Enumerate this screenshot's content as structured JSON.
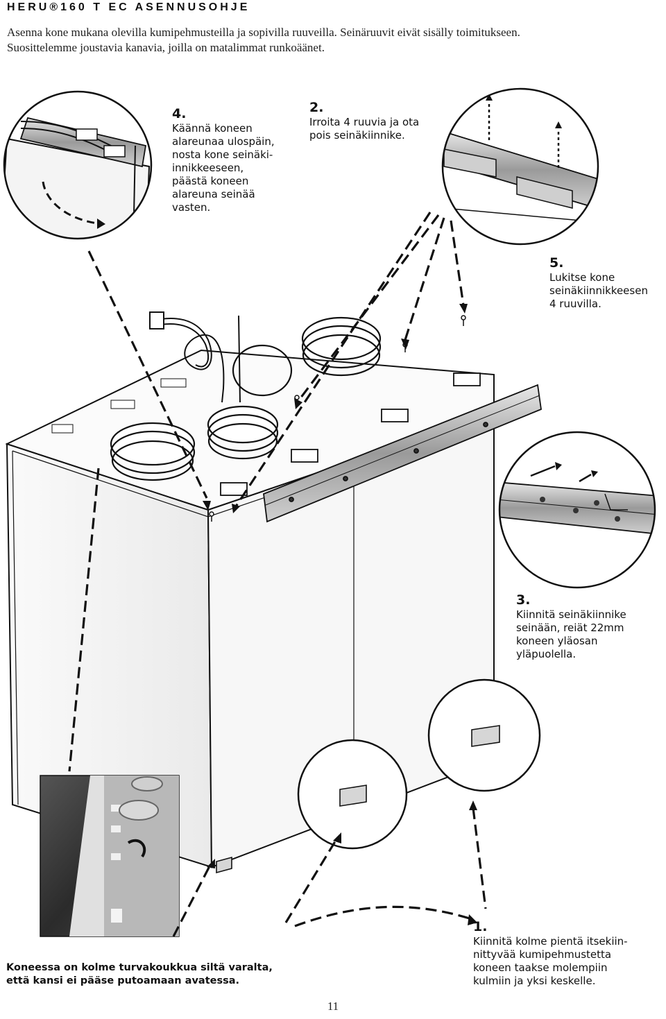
{
  "header": {
    "title": "HERU®160 T EC ASENNUSOHJE"
  },
  "intro": {
    "line1": "Asenna kone mukana olevilla kumipehmusteilla ja sopivilla ruuveilla. Seinäruuvit eivät sisälly toimitukseen.",
    "line2": "Suosittelemme joustavia kanavia, joilla on matalimmat runkoäänet."
  },
  "steps": [
    {
      "number": "4.",
      "lines": [
        "Käännä koneen",
        "alareunaa ulospäin,",
        "nosta kone seinäki-",
        "innikkeeseen,",
        "päästä koneen",
        "alareuna seinää",
        "vasten."
      ]
    },
    {
      "number": "2.",
      "lines": [
        "Irroita 4 ruuvia ja ota",
        "pois seinäkiinnike."
      ]
    },
    {
      "number": "5.",
      "lines": [
        "Lukitse kone",
        "seinäkiinnikkeesen",
        "4 ruuvilla."
      ]
    },
    {
      "number": "3.",
      "lines": [
        "Kiinnitä seinäkiinnike",
        "seinään, reiät 22mm",
        "koneen yläosan",
        "yläpuolella."
      ]
    },
    {
      "number": "1.",
      "lines": [
        "Kiinnitä kolme pientä itsekiin-",
        "nittyvää kumipehmustetta",
        "koneen taakse molempiin",
        "kulmiin ja yksi keskelle."
      ]
    }
  ],
  "photo_caption": {
    "line1": "Koneessa on kolme turvakoukkua siltä varalta,",
    "line2": "että kansi ei pääse putoamaan avatessa."
  },
  "page_number": "11",
  "colors": {
    "ink": "#111111",
    "panel": "#f2f2f2",
    "photo_dark": "#3a3a3a"
  }
}
